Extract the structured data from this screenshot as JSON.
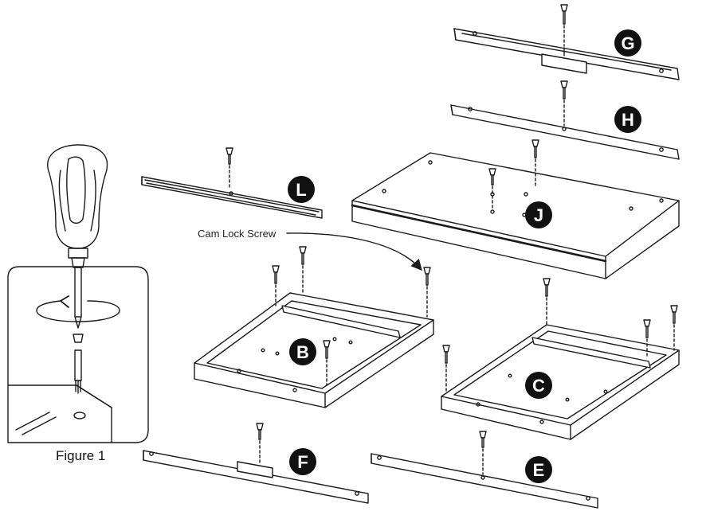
{
  "figure": {
    "inset_caption": "Figure 1",
    "callout_label": "Cam Lock Screw"
  },
  "parts": {
    "G": "G",
    "H": "H",
    "J": "J",
    "L": "L",
    "B": "B",
    "C": "C",
    "F": "F",
    "E": "E"
  },
  "colors": {
    "line": "#1a1a1a",
    "badge": "#111111",
    "fill": "#ffffff",
    "shade": "#e6e6e6"
  }
}
